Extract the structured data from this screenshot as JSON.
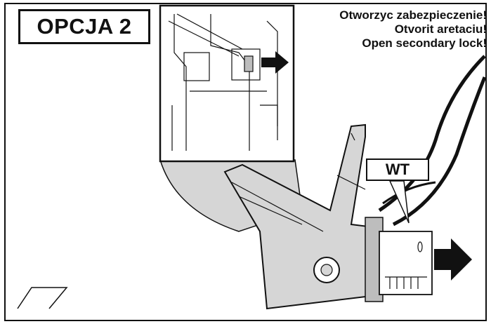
{
  "option_label": "OPCJA 2",
  "instructions": [
    "Otworzyc zabezpieczenie!",
    "Otvorit aretaciu!",
    "Open secondary lock!"
  ],
  "callout_label": "WT",
  "colors": {
    "line": "#111111",
    "fill_light": "#d6d6d6",
    "fill_mid": "#bdbdbd",
    "background": "#ffffff"
  },
  "icons": [
    "arrow-right-icon"
  ]
}
